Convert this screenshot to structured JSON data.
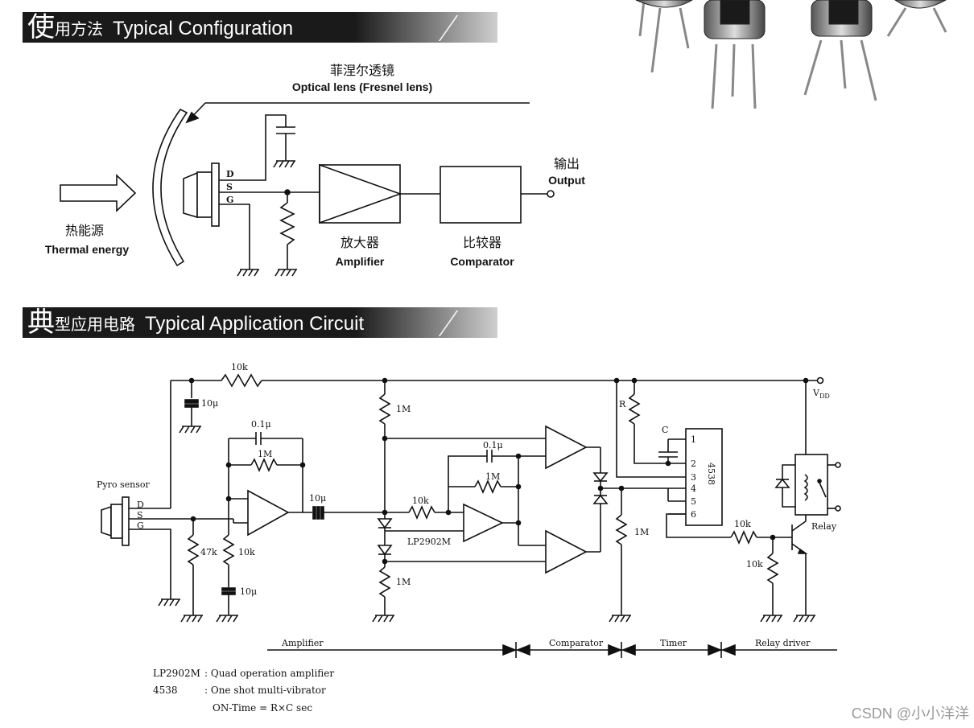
{
  "sections": {
    "config": {
      "big_char": "使",
      "cn_rest": "用方法",
      "en": "Typical Configuration"
    },
    "application": {
      "big_char": "典",
      "cn_rest": "型应用电路",
      "en": "Typical Application Circuit"
    }
  },
  "config_diagram": {
    "lens_cn": "菲涅尔透镜",
    "lens_en": "Optical lens (Fresnel lens)",
    "thermal_cn": "热能源",
    "thermal_en": "Thermal energy",
    "pin_d": "D",
    "pin_s": "S",
    "pin_g": "G",
    "amp_cn": "放大器",
    "amp_en": "Amplifier",
    "comp_cn": "比较器",
    "comp_en": "Comparator",
    "out_cn": "输出",
    "out_en": "Output"
  },
  "circuit": {
    "r_10k_top": "10k",
    "c_10u_top": "10μ",
    "c_01u_a": "0.1μ",
    "r_1m_a": "1M",
    "pyro": "Pyro sensor",
    "pin_d": "D",
    "pin_s": "S",
    "pin_g": "G",
    "r_47k": "47k",
    "r_10k_b": "10k",
    "c_10u_b": "10μ",
    "c_10u_c": "10μ",
    "r_1m_top": "1M",
    "r_1m_bot": "1M",
    "r_10k_c": "10k",
    "lp_label": "LP2902M",
    "c_01u_b": "0.1μ",
    "r_1m_b": "1M",
    "r_1m_c": "1M",
    "r_R": "R",
    "c_C": "C",
    "ic_label": "4538",
    "ic_pins": [
      "1",
      "2",
      "3",
      "4",
      "5",
      "6"
    ],
    "r_10k_d": "10k",
    "r_10k_e": "10k",
    "relay": "Relay",
    "vdd": "V",
    "vdd_sub": "DD",
    "stages": [
      "Amplifier",
      "Comparator",
      "Timer",
      "Relay driver"
    ]
  },
  "notes": [
    {
      "key": "LP2902M",
      "value": ": Quad operation amplifier"
    },
    {
      "key": "4538",
      "value": ": One shot multi-vibrator"
    },
    {
      "key": "",
      "value": "ON-Time = R×C sec"
    }
  ],
  "watermark": "CSDN @小小洋洋"
}
